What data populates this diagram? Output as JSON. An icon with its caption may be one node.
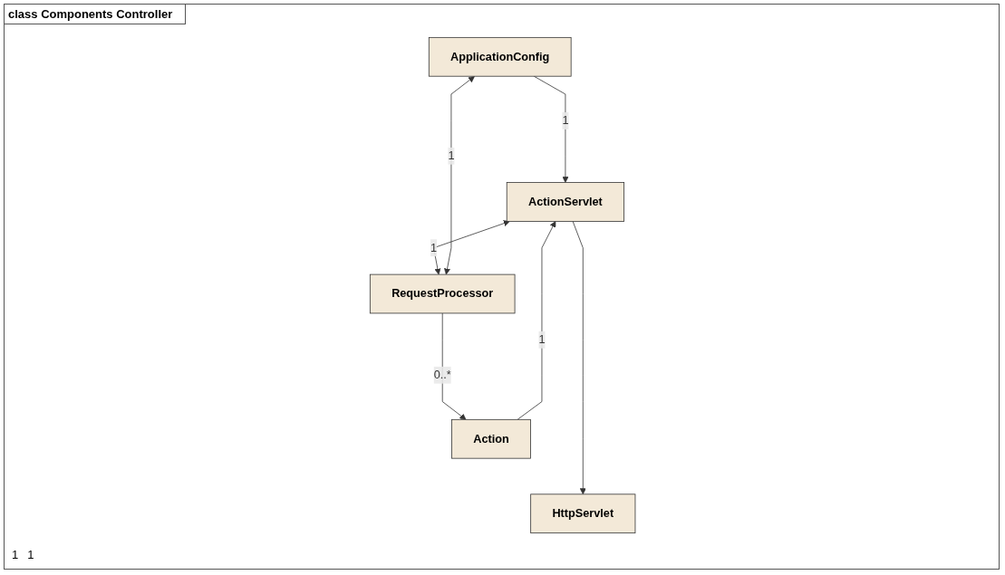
{
  "diagram": {
    "title": "class Components Controller",
    "nodes": [
      {
        "text": [
          "HttpServlet"
        ]
      },
      {
        "text": [
          "ActionServlet"
        ]
      },
      {
        "text": [
          "ApplicationConfig"
        ]
      },
      {
        "text": [
          "Action"
        ]
      },
      {
        "text": [
          "RequestProcessor"
        ]
      }
    ],
    "edges": [
      {
        "from": 1,
        "to": 0,
        "arrow": "to"
      },
      {
        "from": 2,
        "to": 1,
        "arrow": "to",
        "label": "1"
      },
      {
        "from": 3,
        "to": 1,
        "arrow": "to",
        "label": "1"
      },
      {
        "from": 1,
        "to": 4,
        "arrow": "both",
        "label": "1"
      },
      {
        "from": 2,
        "to": 4,
        "arrow": "both",
        "label": "1"
      },
      {
        "from": 4,
        "to": 3,
        "arrow": "to",
        "label": "0..*"
      }
    ],
    "labels": [
      "1",
      "1"
    ]
  }
}
